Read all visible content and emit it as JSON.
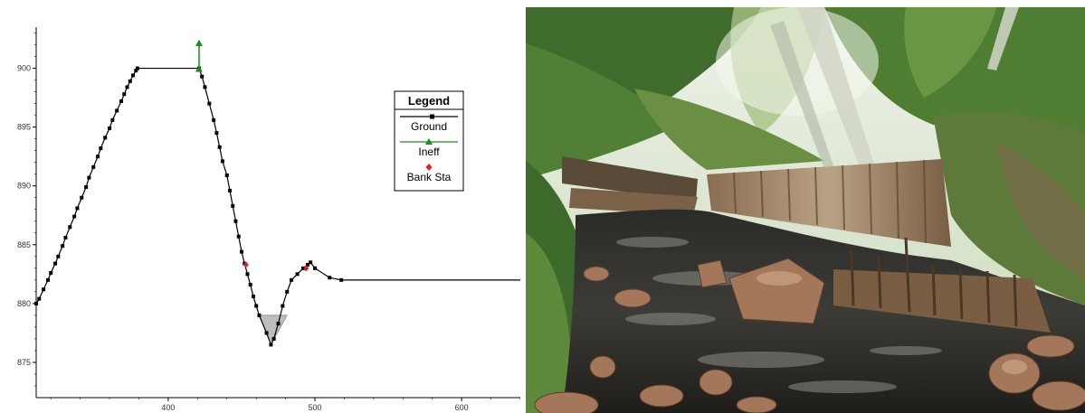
{
  "chart_data": {
    "type": "line",
    "title": "",
    "xlabel": "",
    "ylabel": "",
    "xlim": [
      310,
      640
    ],
    "ylim": [
      872,
      903.5
    ],
    "x_ticks": [
      400,
      500,
      600
    ],
    "y_ticks": [
      875,
      880,
      885,
      890,
      895,
      900
    ],
    "legend": {
      "title": "Legend",
      "position": "right",
      "entries": [
        {
          "label": "Ground",
          "color": "#000000",
          "marker": "square"
        },
        {
          "label": "Ineff",
          "color": "#1a8a1a",
          "marker": "triangle"
        },
        {
          "label": "Bank Sta",
          "color": "#e02020",
          "marker": "diamond"
        }
      ]
    },
    "series": [
      {
        "name": "Ground",
        "color": "#000000",
        "x": [
          310,
          312,
          315,
          318,
          320,
          323,
          325,
          328,
          330,
          333,
          336,
          338,
          341,
          344,
          346,
          349,
          352,
          354,
          357,
          360,
          362,
          365,
          368,
          370,
          372,
          374,
          376,
          378,
          379,
          421,
          423,
          425,
          428,
          431,
          433,
          435,
          437,
          440,
          442,
          444,
          446,
          448,
          450,
          452,
          454,
          456,
          458,
          460,
          462,
          467,
          470,
          472,
          475,
          478,
          481,
          484,
          488,
          492,
          495,
          497,
          500,
          510,
          518,
          640
        ],
        "y": [
          880.0,
          880.4,
          881.2,
          882.0,
          882.6,
          883.4,
          884.0,
          884.9,
          885.6,
          886.5,
          887.4,
          888.1,
          889.0,
          889.9,
          890.7,
          891.6,
          892.5,
          893.2,
          894.1,
          894.9,
          895.6,
          896.4,
          897.2,
          897.8,
          898.4,
          898.9,
          899.4,
          899.8,
          900.0,
          900.0,
          899.3,
          898.4,
          897.0,
          895.6,
          894.5,
          893.3,
          892.1,
          890.9,
          889.6,
          888.3,
          887.0,
          885.7,
          884.4,
          883.4,
          882.5,
          881.6,
          880.6,
          879.8,
          879.0,
          877.5,
          876.5,
          877.0,
          878.3,
          879.8,
          881.0,
          882.0,
          882.5,
          883.0,
          883.3,
          883.5,
          883.0,
          882.2,
          882.0,
          882.0
        ]
      },
      {
        "name": "Ineff",
        "color": "#1a8a1a",
        "x": [
          421,
          421
        ],
        "y": [
          900.0,
          902.2
        ]
      },
      {
        "name": "Bank Sta",
        "color": "#e02020",
        "x": [
          453,
          494
        ],
        "y": [
          883.3,
          883.0
        ]
      }
    ],
    "water_fill": {
      "color": "#bdbdbd",
      "x": [
        462,
        470,
        481
      ],
      "y": [
        879.0,
        876.5,
        879.0
      ]
    }
  },
  "photo": {
    "description_icon": "stream-photo"
  }
}
